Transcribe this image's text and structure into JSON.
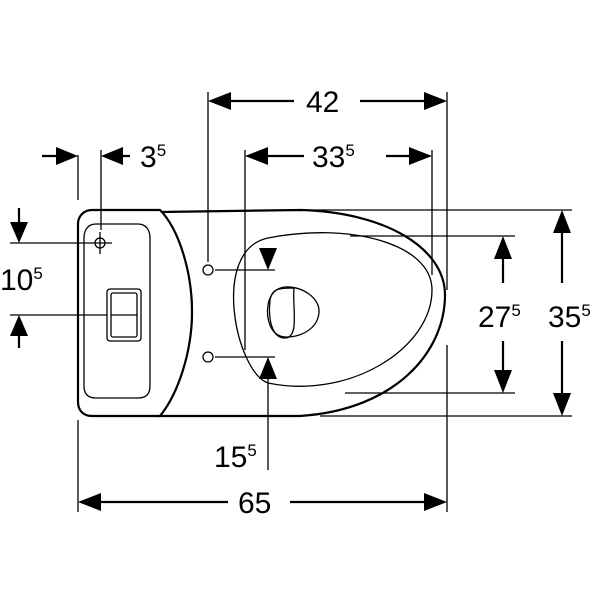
{
  "dimensions": {
    "overall_length": {
      "main": "65",
      "sup": ""
    },
    "top_width": {
      "main": "42",
      "sup": ""
    },
    "seat_width": {
      "main": "33",
      "sup": "5"
    },
    "cistern_offset": {
      "main": "3",
      "sup": "5"
    },
    "inlet_height": {
      "main": "10",
      "sup": "5"
    },
    "bolt_spacing": {
      "main": "27",
      "sup": "5"
    },
    "overall_width": {
      "main": "35",
      "sup": "5"
    },
    "bolt_offset": {
      "main": "15",
      "sup": "5"
    }
  }
}
